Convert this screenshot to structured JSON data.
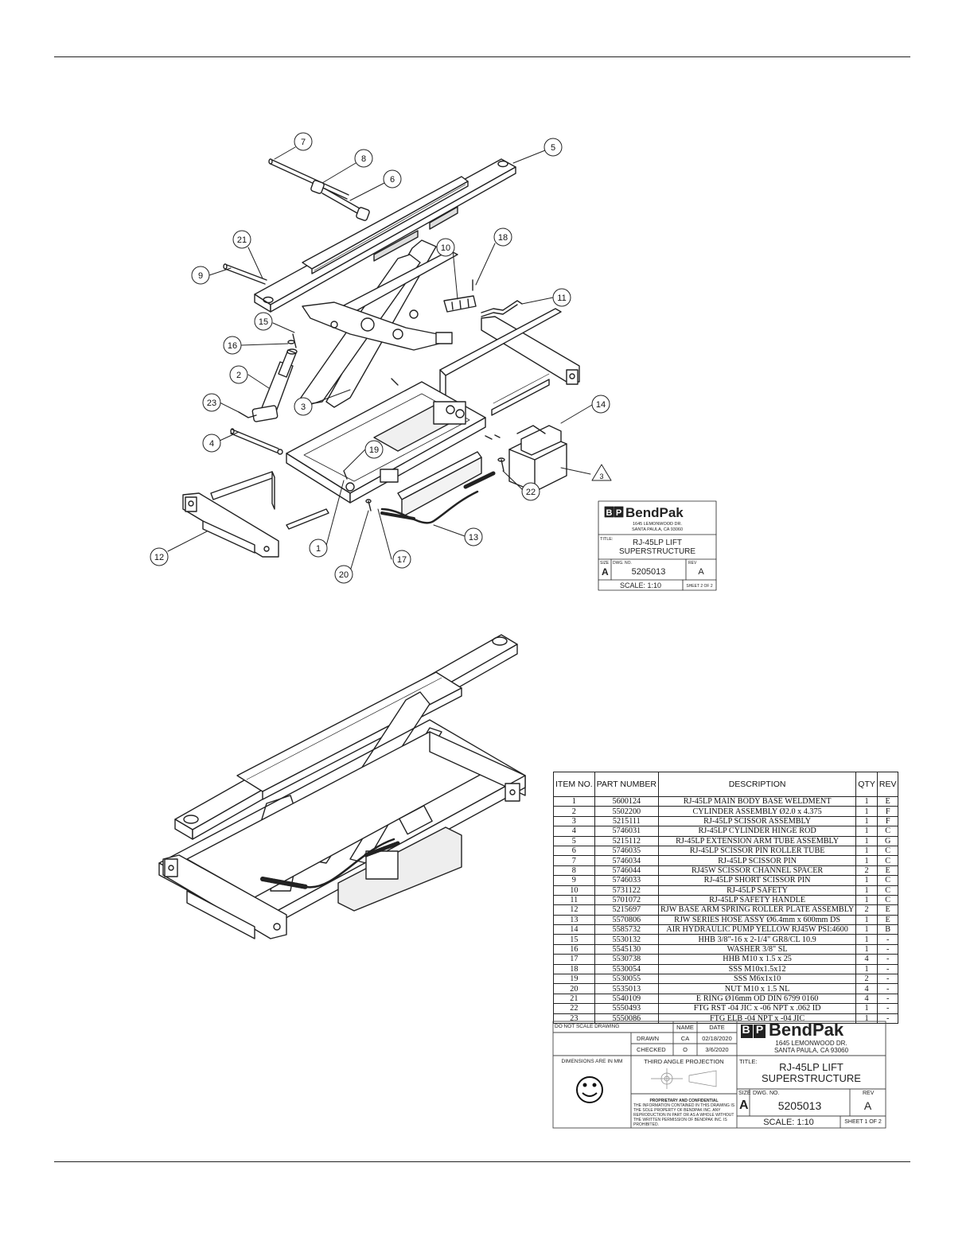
{
  "callouts": [
    "1",
    "2",
    "3",
    "4",
    "5",
    "6",
    "7",
    "8",
    "9",
    "10",
    "11",
    "12",
    "13",
    "14",
    "15",
    "16",
    "17",
    "18",
    "19",
    "20",
    "21",
    "22",
    "23"
  ],
  "triangle_note": "3",
  "small_titleblock": {
    "logo_b": "B",
    "logo_p": "P",
    "logo_text": "BendPak",
    "addr1": "1645 LEMONWOOD DR.",
    "addr2": "SANTA PAULA, CA 93060",
    "title_label": "TITLE:",
    "title1": "RJ-45LP LIFT",
    "title2": "SUPERSTRUCTURE",
    "size_label": "SIZE",
    "dwg_label": "DWG. NO.",
    "rev_label": "REV",
    "size": "A",
    "dwg_no": "5205013",
    "rev": "A",
    "scale": "SCALE: 1:10",
    "sheet": "SHEET 2 OF 2"
  },
  "bom": {
    "headers": {
      "item": "ITEM NO.",
      "part": "PART NUMBER",
      "desc": "DESCRIPTION",
      "qty": "QTY",
      "rev": "REV"
    },
    "rows": [
      [
        "1",
        "5600124",
        "RJ-45LP MAIN BODY BASE WELDMENT",
        "1",
        "E"
      ],
      [
        "2",
        "5502200",
        "CYLINDER ASSEMBLY Ø2.0 x 4.375",
        "1",
        "F"
      ],
      [
        "3",
        "5215111",
        "RJ-45LP SCISSOR ASSEMBLY",
        "1",
        "F"
      ],
      [
        "4",
        "5746031",
        "RJ-45LP CYLINDER HINGE ROD",
        "1",
        "C"
      ],
      [
        "5",
        "5215112",
        "RJ-45LP EXTENSION ARM TUBE ASSEMBLY",
        "1",
        "G"
      ],
      [
        "6",
        "5746035",
        "RJ-45LP SCISSOR PIN ROLLER TUBE",
        "1",
        "C"
      ],
      [
        "7",
        "5746034",
        "RJ-45LP SCISSOR PIN",
        "1",
        "C"
      ],
      [
        "8",
        "5746044",
        "RJ45W SCISSOR CHANNEL SPACER",
        "2",
        "E"
      ],
      [
        "9",
        "5746033",
        "RJ-45LP SHORT SCISSOR PIN",
        "1",
        "C"
      ],
      [
        "10",
        "5731122",
        "RJ-45LP SAFETY",
        "1",
        "C"
      ],
      [
        "11",
        "5701072",
        "RJ-45LP SAFETY HANDLE",
        "1",
        "C"
      ],
      [
        "12",
        "5215697",
        "RJW BASE ARM SPRING ROLLER PLATE ASSEMBLY",
        "2",
        "E"
      ],
      [
        "13",
        "5570806",
        "RJW SERIES HOSE ASSY Ø6.4mm x 600mm DS",
        "1",
        "E"
      ],
      [
        "14",
        "5585732",
        "AIR HYDRAULIC PUMP YELLOW RJ45W PSI:4600",
        "1",
        "B"
      ],
      [
        "15",
        "5530132",
        "HHB 3/8\"-16 x 2-1/4\" GR8/CL 10.9",
        "1",
        "-"
      ],
      [
        "16",
        "5545130",
        "WASHER 3/8\" SL",
        "1",
        "-"
      ],
      [
        "17",
        "5530738",
        "HHB M10 x 1.5 x 25",
        "4",
        "-"
      ],
      [
        "18",
        "5530054",
        "SSS M10x1.5x12",
        "1",
        "-"
      ],
      [
        "19",
        "5530055",
        "SSS M6x1x10",
        "2",
        "-"
      ],
      [
        "20",
        "5535013",
        "NUT M10 x 1.5 NL",
        "4",
        "-"
      ],
      [
        "21",
        "5540109",
        "E RING Ø16mm OD DIN 6799 0160",
        "4",
        "-"
      ],
      [
        "22",
        "5550493",
        "FTG RST -04 JIC x -06 NPT x .062 ID",
        "1",
        "-"
      ],
      [
        "23",
        "5550086",
        "FTG ELB -04 NPT x -04 JIC",
        "1",
        "-"
      ]
    ]
  },
  "titleblock": {
    "do_not_scale": "DO NOT SCALE DRAWING",
    "name_label": "NAME",
    "date_label": "DATE",
    "drawn_label": "DRAWN",
    "drawn_name": "CA",
    "drawn_date": "02/18/2020",
    "checked_label": "CHECKED",
    "checked_name": "O",
    "checked_date": "3/6/2020",
    "dimensions": "DIMENSIONS ARE IN MM",
    "projection": "THIRD ANGLE PROJECTION",
    "logo_b": "B",
    "logo_p": "P",
    "logo_text": "BendPak",
    "addr1": "1645 LEMONWOOD DR.",
    "addr2": "SANTA PAULA, CA 93060",
    "title_label": "TITLE:",
    "title1": "RJ-45LP LIFT",
    "title2": "SUPERSTRUCTURE",
    "size_label": "SIZE",
    "dwg_label": "DWG. NO.",
    "rev_label": "REV",
    "size": "A",
    "dwg_no": "5205013",
    "rev": "A",
    "scale": "SCALE: 1:10",
    "sheet": "SHEET 1 OF 2",
    "prop_title": "PROPRIETARY AND CONFIDENTIAL",
    "prop_l1": "THE INFORMATION CONTAINED IN THIS DRAWING IS",
    "prop_l2": "THE SOLE PROPERTY OF BENDPAK INC. ANY",
    "prop_l3": "REPRODUCTION IN PART OR AS A WHOLE WITHOUT",
    "prop_l4": "THE WRITTEN PERMISSION OF BENDPAK INC. IS",
    "prop_l5": "PROHIBITED."
  }
}
